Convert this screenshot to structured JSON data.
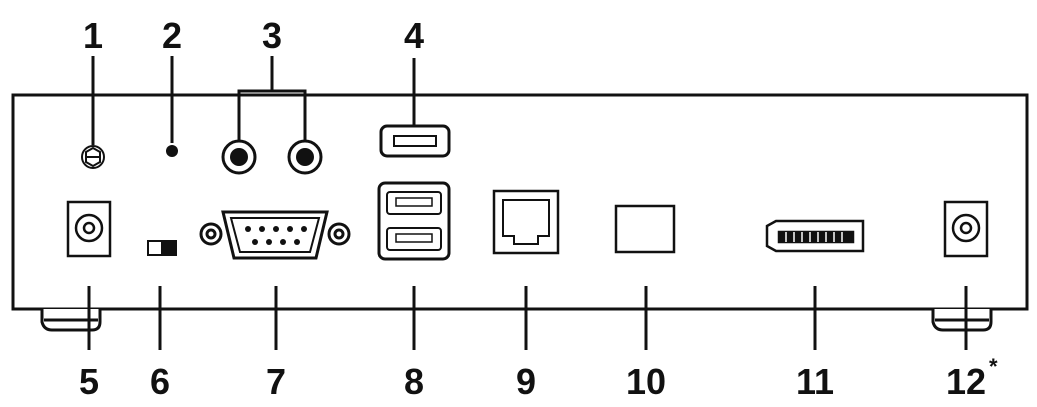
{
  "callouts_top": [
    "1",
    "2",
    "3",
    "4"
  ],
  "callouts_bottom": [
    "5",
    "6",
    "7",
    "8",
    "9",
    "10",
    "11",
    "12"
  ],
  "footnote_marker": "*",
  "colors": {
    "line": "#111111",
    "background": "#ffffff",
    "fill": "#ffffff"
  },
  "components": [
    "ground-screw-icon",
    "reset-pinhole-icon",
    "audio-jack-icon",
    "usb-port-icon",
    "power-jack-icon",
    "slide-switch-icon",
    "serial-port-icon",
    "dual-usb-port-icon",
    "rj45-port-icon",
    "square-port-icon",
    "displayport-icon",
    "dc-jack-icon"
  ]
}
